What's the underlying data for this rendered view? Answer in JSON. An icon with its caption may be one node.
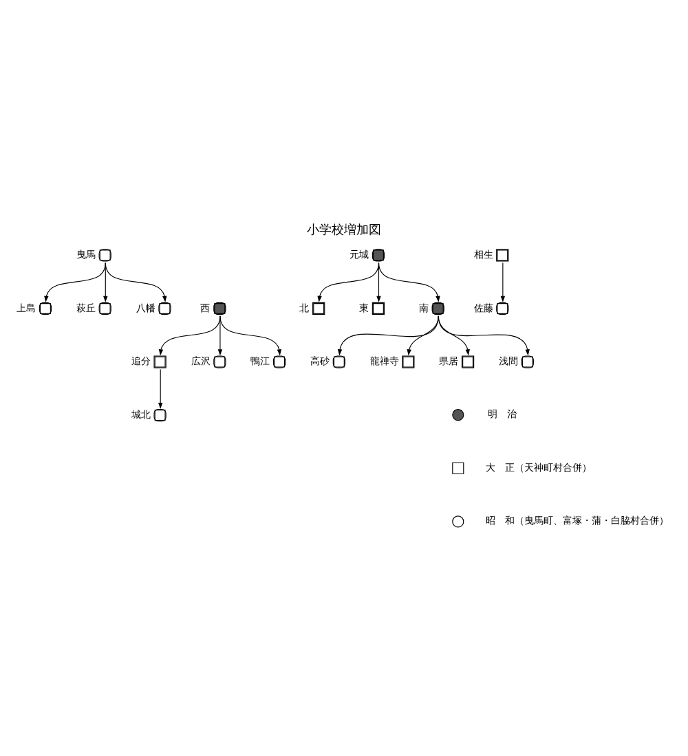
{
  "diagram": {
    "title": "小学校増加図",
    "nodes": [
      {
        "text": [
          "上島"
        ]
      },
      {
        "text": [
          "萩丘"
        ]
      },
      {
        "text": [
          "曳馬"
        ]
      },
      {
        "text": [
          "八幡"
        ]
      },
      {
        "text": [
          "城北"
        ]
      },
      {
        "text": [
          "北"
        ]
      },
      {
        "text": [
          "追分"
        ]
      },
      {
        "text": [
          "佐藤"
        ]
      },
      {
        "text": [
          "広沢"
        ]
      },
      {
        "text": [
          "元城"
        ]
      },
      {
        "text": [
          "東"
        ]
      },
      {
        "text": [
          "相生"
        ]
      },
      {
        "text": [
          "西"
        ]
      },
      {
        "text": [
          "高砂"
        ]
      },
      {
        "text": [
          "南"
        ]
      },
      {
        "text": [
          "龍禅寺"
        ]
      },
      {
        "text": [
          "鴨江"
        ]
      },
      {
        "text": [
          "県居"
        ]
      },
      {
        "text": [
          "浅間"
        ]
      }
    ],
    "edges": [
      {
        "from": 2,
        "to": 0,
        "arrow": "to"
      },
      {
        "from": 2,
        "to": 1,
        "arrow": "to"
      },
      {
        "from": 2,
        "to": 3,
        "arrow": "to"
      },
      {
        "from": 6,
        "to": 4,
        "arrow": "to"
      },
      {
        "from": 12,
        "to": 6,
        "arrow": "to"
      },
      {
        "from": 12,
        "to": 8,
        "arrow": "to"
      },
      {
        "from": 12,
        "to": 16,
        "arrow": "to"
      },
      {
        "from": 9,
        "to": 5,
        "arrow": "to"
      },
      {
        "from": 9,
        "to": 10,
        "arrow": "to"
      },
      {
        "from": 9,
        "to": 14,
        "arrow": "to"
      },
      {
        "from": 14,
        "to": 13,
        "arrow": "to"
      },
      {
        "from": 14,
        "to": 15,
        "arrow": "to"
      },
      {
        "from": 14,
        "to": 17,
        "arrow": "to"
      },
      {
        "from": 14,
        "to": 18,
        "arrow": "to"
      },
      {
        "from": 11,
        "to": 7,
        "arrow": "to"
      }
    ],
    "legend": [
      {
        "text": "明　治"
      },
      {
        "text": "大　正（天神町村合併）"
      },
      {
        "text": "昭　和（曳馬町、富塚・蒲・白脇村合併）"
      }
    ]
  }
}
